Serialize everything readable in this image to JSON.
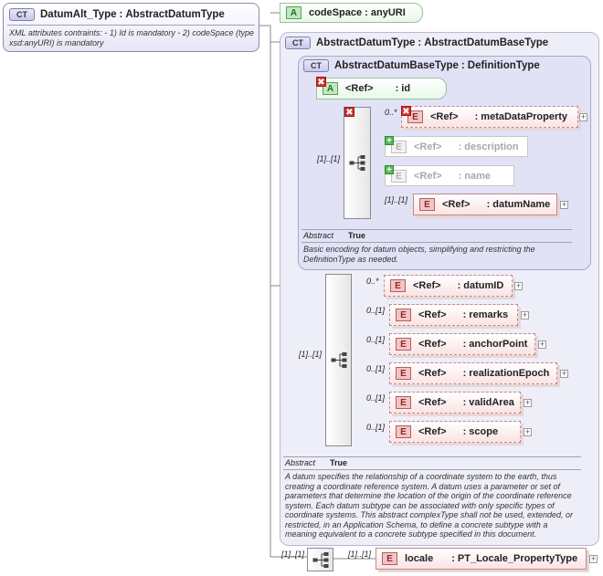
{
  "root": {
    "badge": "CT",
    "title": "DatumAlt_Type",
    "base": "AbstractDatumType",
    "note": "XML attributes contraints: - 1) Id is mandatory - 2) codeSpace (type xsd:anyURI) is mandatory"
  },
  "code_space": {
    "badge": "A",
    "label": "codeSpace : anyURI"
  },
  "abstract_datum": {
    "badge": "CT",
    "title": "AbstractDatumType",
    "base": "AbstractDatumBaseType"
  },
  "abstract_datum_base": {
    "badge": "CT",
    "title": "AbstractDatumBaseType",
    "base": "DefinitionType"
  },
  "id_attr": {
    "badge": "A",
    "ref": "<Ref>",
    "name": ": id"
  },
  "base_seq": {
    "cardinality": "[1]..[1]",
    "elements": [
      {
        "occ": "0..*",
        "ref": "<Ref>",
        "name": ": metaDataProperty",
        "state": "removed"
      },
      {
        "occ": "",
        "ref": "<Ref>",
        "name": ": description",
        "state": "added"
      },
      {
        "occ": "",
        "ref": "<Ref>",
        "name": ": name",
        "state": "added"
      },
      {
        "occ": "[1]..[1]",
        "ref": "<Ref>",
        "name": ": datumName",
        "state": "normal"
      }
    ],
    "abstract_label": "Abstract",
    "abstract_value": "True",
    "doc": "Basic encoding for datum objects, simplifying and restricting the DefinitionType as needed."
  },
  "datum_seq": {
    "cardinality": "[1]..[1]",
    "elements": [
      {
        "occ": "0..*",
        "ref": "<Ref>",
        "name": ": datumID"
      },
      {
        "occ": "0..[1]",
        "ref": "<Ref>",
        "name": ": remarks"
      },
      {
        "occ": "0..[1]",
        "ref": "<Ref>",
        "name": ": anchorPoint"
      },
      {
        "occ": "0..[1]",
        "ref": "<Ref>",
        "name": ": realizationEpoch"
      },
      {
        "occ": "0..[1]",
        "ref": "<Ref>",
        "name": ": validArea"
      },
      {
        "occ": "0..[1]",
        "ref": "<Ref>",
        "name": ": scope"
      }
    ],
    "abstract_label": "Abstract",
    "abstract_value": "True",
    "doc": "A datum specifies the relationship of a coordinate system to the earth, thus creating a coordinate reference system. A datum uses a parameter or set of parameters that determine the location of the origin of the coordinate reference system. Each datum subtype can be associated with only specific types of coordinate systems. This abstract complexType shall not be used, extended, or restricted, in an Application Schema, to define a concrete subtype with a meaning equivalent to a concrete subtype specified in this document."
  },
  "locale_seq": {
    "cardinality": "[1]..[1]",
    "occ": "[1]..[1]",
    "badge": "E",
    "name": "locale",
    "type": ": PT_Locale_PropertyType"
  },
  "colors": {
    "element_fill": "#fbe3e3",
    "attribute_fill": "#e8f8e8",
    "group_fill": "#e2e2f6",
    "removed_mark": "#d03030",
    "added_mark": "#58b858"
  }
}
